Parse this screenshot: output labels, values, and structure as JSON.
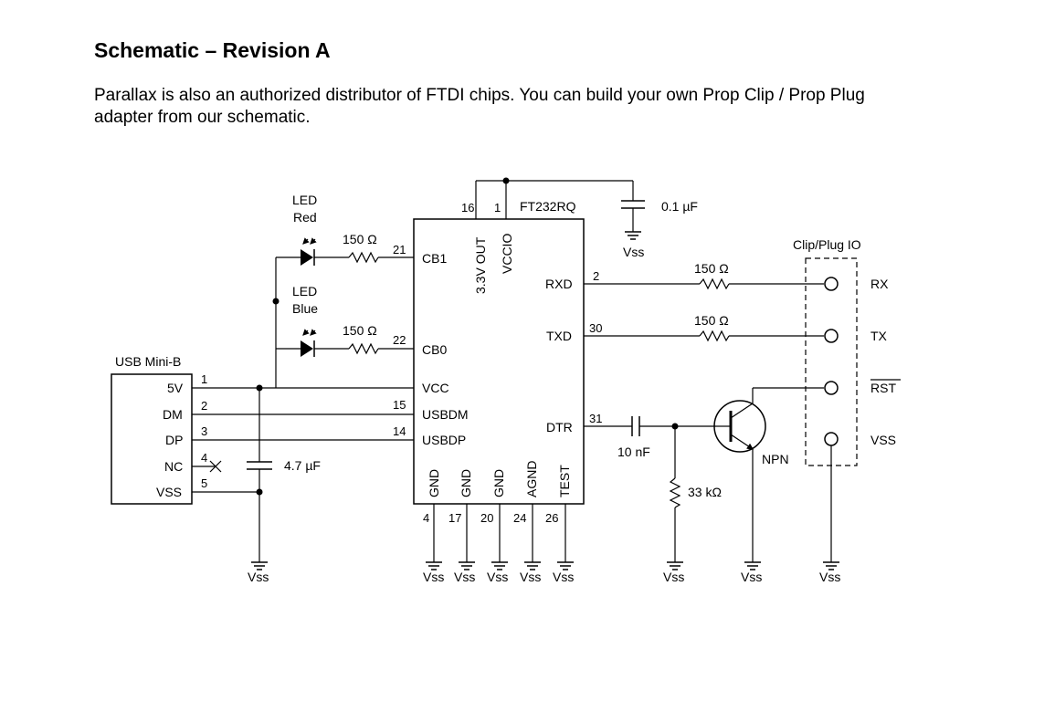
{
  "page": {
    "title": "Schematic – Revision A",
    "intro": "Parallax is also an authorized distributor of FTDI chips. You can build your own Prop Clip / Prop Plug adapter from our schematic."
  },
  "schematic": {
    "ic": {
      "name": "FT232RQ",
      "top_pins": [
        {
          "number": "16",
          "name": "3.3V OUT"
        },
        {
          "number": "1",
          "name": "VCCIO"
        }
      ],
      "left_pins": [
        {
          "number": "21",
          "name": "CB1"
        },
        {
          "number": "22",
          "name": "CB0"
        },
        {
          "number": "",
          "name": "VCC"
        },
        {
          "number": "15",
          "name": "USBDM"
        },
        {
          "number": "14",
          "name": "USBDP"
        }
      ],
      "right_pins": [
        {
          "number": "2",
          "name": "RXD"
        },
        {
          "number": "30",
          "name": "TXD"
        },
        {
          "number": "31",
          "name": "DTR"
        }
      ],
      "bottom_pins": [
        {
          "number": "4",
          "name": "GND"
        },
        {
          "number": "17",
          "name": "GND"
        },
        {
          "number": "20",
          "name": "GND"
        },
        {
          "number": "24",
          "name": "AGND"
        },
        {
          "number": "26",
          "name": "TEST"
        }
      ]
    },
    "usb": {
      "title": "USB Mini-B",
      "pins": [
        {
          "number": "1",
          "name": "5V"
        },
        {
          "number": "2",
          "name": "DM"
        },
        {
          "number": "3",
          "name": "DP"
        },
        {
          "number": "4",
          "name": "NC"
        },
        {
          "number": "5",
          "name": "VSS"
        }
      ]
    },
    "leds": [
      {
        "line1": "LED",
        "line2": "Red",
        "resistor": "150 Ω"
      },
      {
        "line1": "LED",
        "line2": "Blue",
        "resistor": "150 Ω"
      }
    ],
    "caps": {
      "decoupling": "0.1 µF",
      "bulk": "4.7 µF",
      "dtr": "10 nF"
    },
    "resistors": {
      "rxd": "150 Ω",
      "txd": "150 Ω",
      "pulldown": "33 kΩ"
    },
    "transistor": "NPN",
    "connector": {
      "title": "Clip/Plug IO",
      "pins": [
        "RX",
        "TX",
        "RST",
        "VSS"
      ]
    },
    "ground_label": "Vss"
  }
}
